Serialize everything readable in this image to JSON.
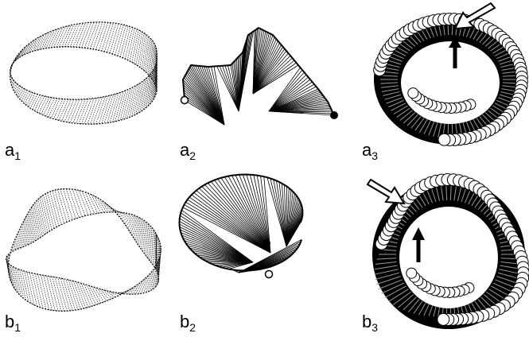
{
  "panels": [
    {
      "id": "a1",
      "letter": "a",
      "index": "1"
    },
    {
      "id": "a2",
      "letter": "a",
      "index": "2"
    },
    {
      "id": "a3",
      "letter": "a",
      "index": "3"
    },
    {
      "id": "b1",
      "letter": "b",
      "index": "1"
    },
    {
      "id": "b2",
      "letter": "b",
      "index": "2"
    },
    {
      "id": "b3",
      "letter": "b",
      "index": "3"
    }
  ],
  "colors": {
    "ink": "#000000",
    "paper": "#ffffff",
    "mesh_grey": "#9a9a9a"
  },
  "annotations": {
    "open_arrow": "hollow arrow pointing to a marked bead",
    "solid_arrow": "solid black arrow pointing to a marked bead"
  }
}
